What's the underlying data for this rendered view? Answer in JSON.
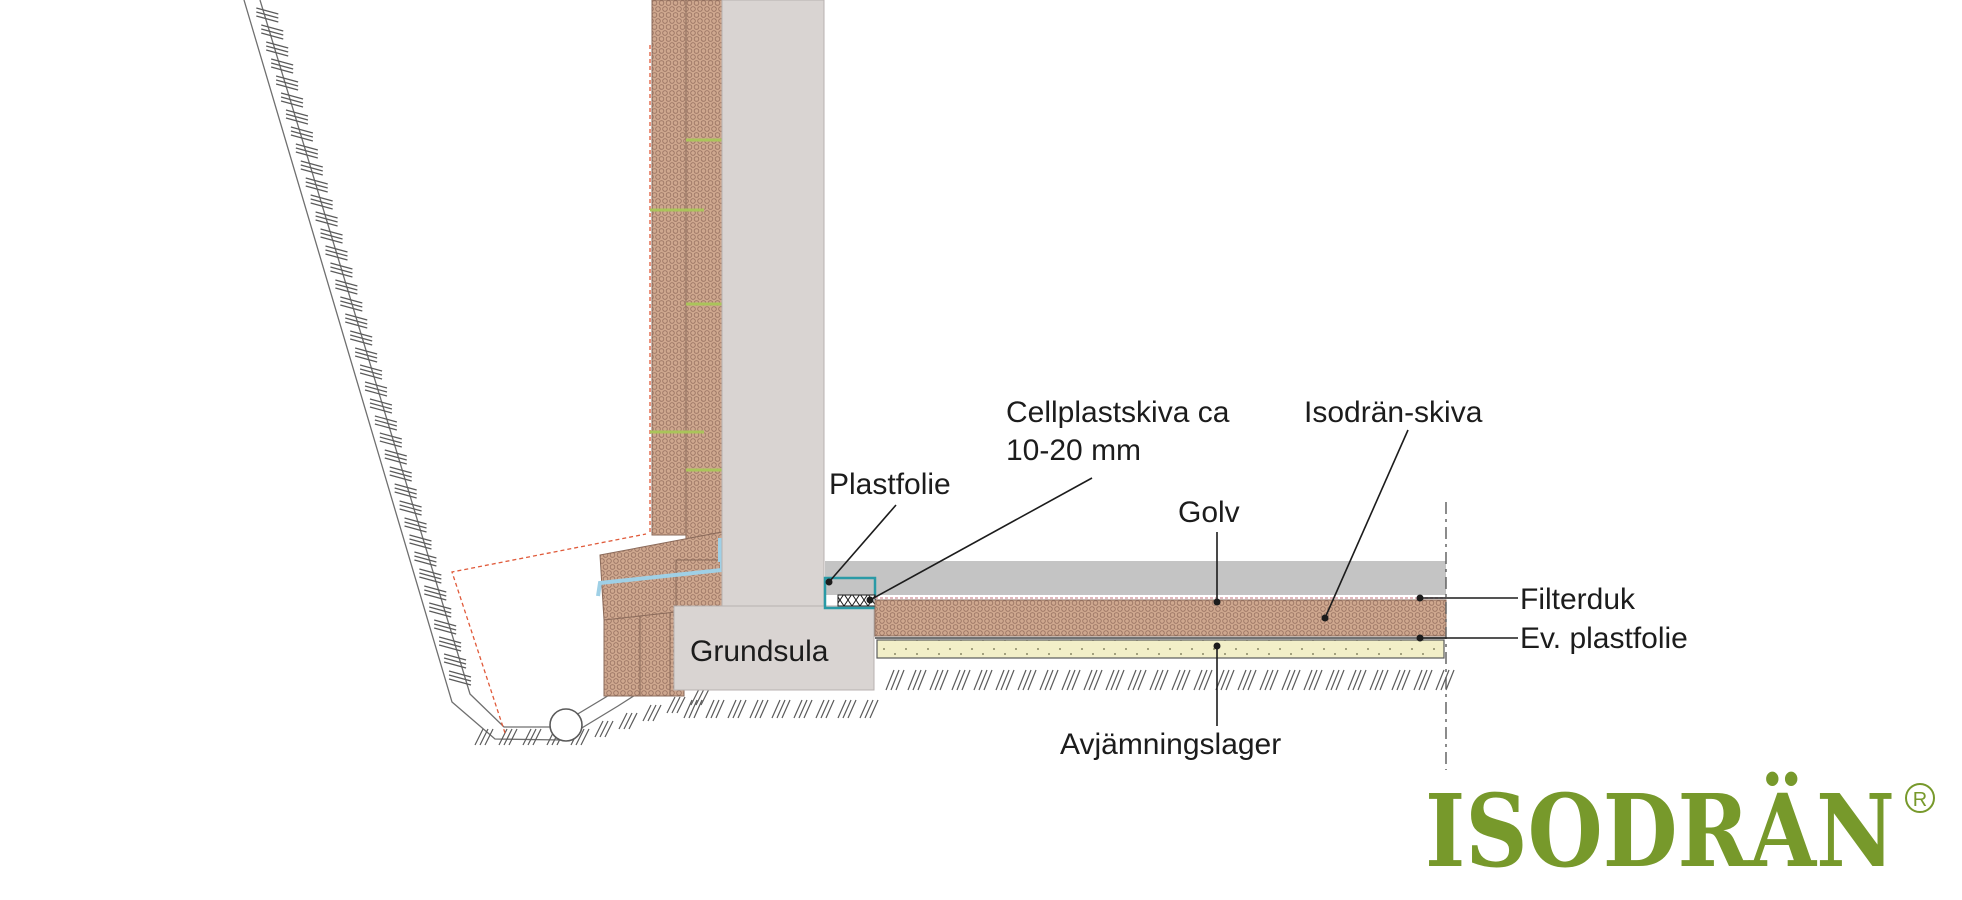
{
  "labels": {
    "cellplast_line1": "Cellplastskiva ca",
    "cellplast_line2": "10-20 mm",
    "isodran_skiva": "Isodrän-skiva",
    "plastfolie": "Plastfolie",
    "golv": "Golv",
    "filterduk": "Filterduk",
    "ev_plastfolie": "Ev. plastfolie",
    "grundsula": "Grundsula",
    "avjamningslager": "Avjämningslager"
  },
  "logo": {
    "text": "ISODRÄN",
    "registered": "®",
    "color": "#77992b"
  },
  "colors": {
    "isodran_board": "#cfa88f",
    "concrete": "#d9d4d2",
    "floor": "#c4c4c4",
    "leveling_layer": "#f2efc8",
    "membrane": "#9fd0e6",
    "plastic_film": "#e05a3a",
    "anchors": "#aac45a"
  }
}
